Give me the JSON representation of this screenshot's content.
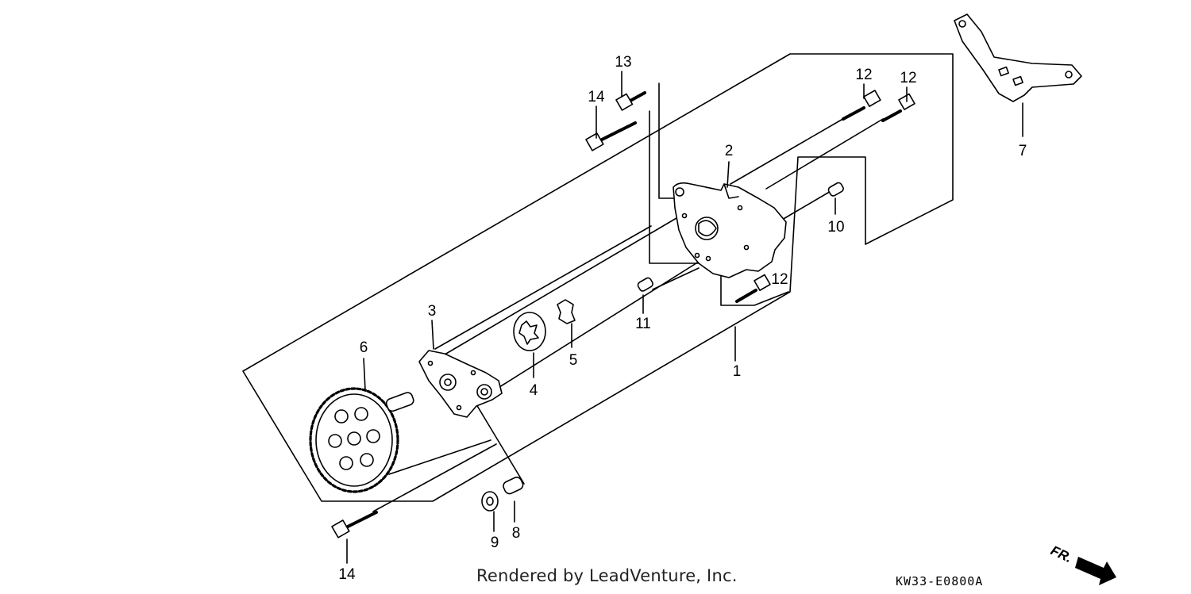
{
  "callouts": {
    "c1": "1",
    "c2": "2",
    "c3": "3",
    "c4": "4",
    "c5": "5",
    "c6": "6",
    "c7": "7",
    "c8": "8",
    "c9": "9",
    "c10": "10",
    "c11": "11",
    "c12a": "12",
    "c12b": "12",
    "c12c": "12",
    "c13": "13",
    "c14a": "14",
    "c14b": "14"
  },
  "footer": {
    "credit": "Rendered by LeadVenture, Inc.",
    "code": "KW33-E0800A",
    "front_marker": "FR."
  }
}
